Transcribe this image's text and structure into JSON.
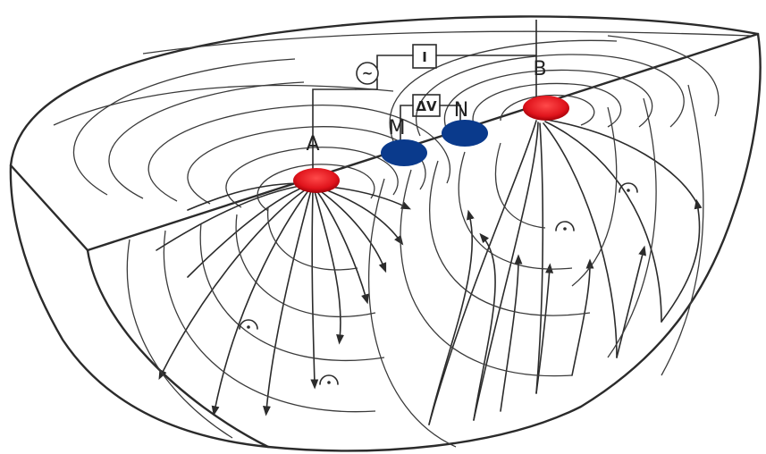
{
  "diagram": {
    "labels": {
      "electrode_a": "A",
      "electrode_b": "B",
      "electrode_m": "M",
      "electrode_n": "N",
      "voltmeter": "ΔV",
      "ammeter": "I",
      "source": "~"
    },
    "colors": {
      "current_electrode": "#e0141c",
      "potential_electrode": "#0a3a8c",
      "ink": "#2b2b2b"
    }
  }
}
